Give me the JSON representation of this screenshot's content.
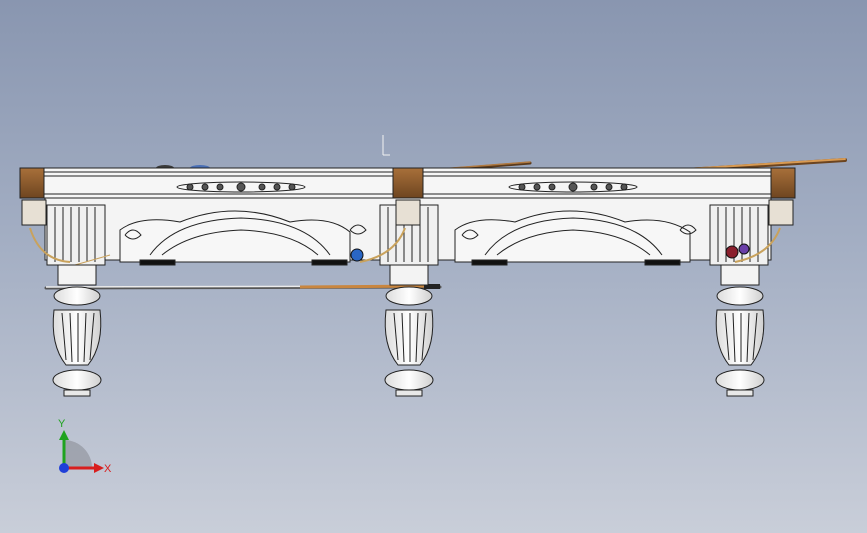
{
  "viewport": {
    "background_top": "#8996b0",
    "background_bottom": "#c9ced9"
  },
  "model": {
    "subject": "snooker-table-side-view",
    "wood_color": "#f4f4f4",
    "outline_color": "#222222",
    "accent_color": "#8a5a2b",
    "cue_color": "#c9863f"
  },
  "triad": {
    "x_label": "X",
    "y_label": "Y",
    "x_color": "#d81e1e",
    "y_color": "#1fa31f",
    "z_color": "#1f3fd8"
  }
}
